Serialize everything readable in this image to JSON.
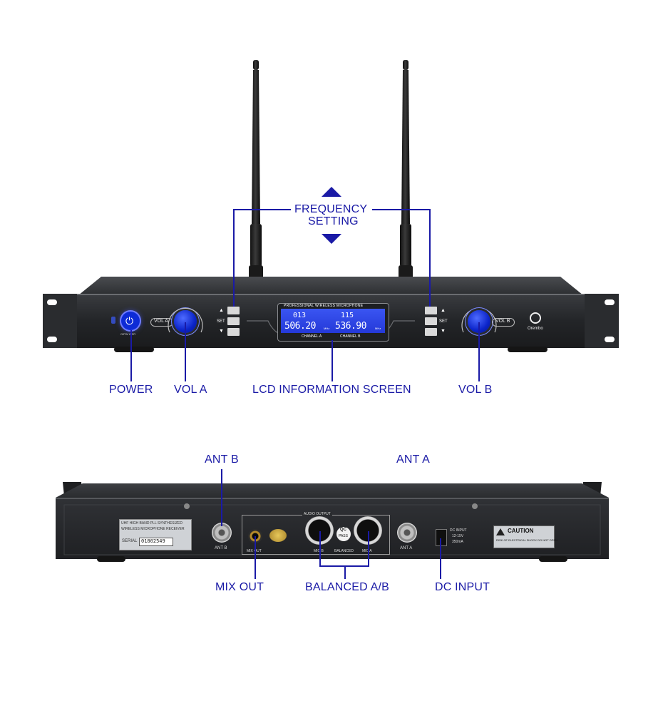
{
  "front_panel": {
    "callouts": {
      "frequency_setting_line1": "FREQUENCY",
      "frequency_setting_line2": "SETTING",
      "power": "POWER",
      "vol_a": "VOL A",
      "lcd_screen": "LCD INFORMATION SCREEN",
      "vol_b": "VOL B"
    },
    "labels": {
      "vol_a": "VOL A",
      "vol_b": "VOL B",
      "set_left": "SET",
      "set_right": "SET",
      "power_switch": "O/PW WER",
      "lcd_header": "PROFESSIONAL WIRELESS MICROPHONE",
      "channel_a": "CHANNEL A",
      "channel_b": "CHANNEL B",
      "brand": "Orembo"
    },
    "lcd": {
      "channel_a_num": "013",
      "channel_b_num": "115",
      "freq_a": "506.20",
      "freq_b": "536.90",
      "unit": "MHz"
    }
  },
  "rear_panel": {
    "callouts": {
      "ant_b": "ANT B",
      "ant_a": "ANT A",
      "mix_out": "MIX OUT",
      "balanced": "BALANCED A/B",
      "dc_input": "DC INPUT"
    },
    "labels": {
      "sticker_line1": "UHF HIGH BAND PLL SYNTHESIZED",
      "sticker_line2": "WIRELESS MICROPHONE RECEIVER",
      "serial_label": "SERIAL",
      "serial_value": "01802549",
      "ant_b": "ANT B",
      "ant_a": "ANT A",
      "audio_output": "AUDIO OUTPUT",
      "mix_out": "MIX OUT",
      "mic_b": "MIC B",
      "balanced": "BALANCED",
      "mic_a": "MIC A",
      "qc": "QC",
      "pass": "PASS",
      "dc_line1": "DC INPUT",
      "dc_line2": "12-15V",
      "dc_line3": "350mA",
      "caution_title": "CAUTION",
      "caution_text": "RISK OF ELECTRICAL SHOCK DO NOT OPEN"
    }
  },
  "colors": {
    "callout_blue": "#1a1aa6",
    "lcd_blue": "#2f47e8",
    "chassis": "#26282b"
  }
}
